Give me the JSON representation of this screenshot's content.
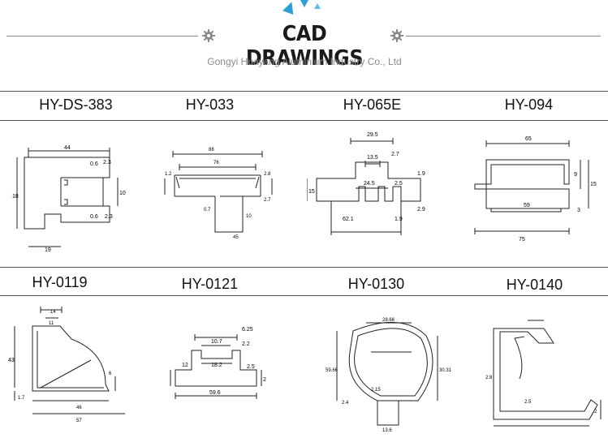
{
  "header": {
    "title": "CAD DRAWINGS",
    "subtitle": "Gongyi Huayang Aluminium Industry Co., Ltd",
    "icons": [
      "gear-icon",
      "gear-icon"
    ],
    "accent_color": "#2a9fd8"
  },
  "profiles": [
    {
      "label": "HY-DS-383",
      "dims": [
        "44",
        "0.6",
        "2.3",
        "10",
        "18",
        "2.3",
        "0.6",
        "19"
      ]
    },
    {
      "label": "HY-033",
      "dims": [
        "88",
        "76",
        "1.2",
        "2.8",
        "0.7",
        "10",
        "2.7",
        "45"
      ]
    },
    {
      "label": "HY-065E",
      "dims": [
        "29.5",
        "13.5",
        "2.7",
        "24.5",
        "2.5",
        "1.9",
        "15",
        "2.9",
        "1.9",
        "62.1"
      ]
    },
    {
      "label": "HY-094",
      "dims": [
        "65",
        "9",
        "15",
        "59",
        "3",
        "75"
      ]
    },
    {
      "label": "HY-0119",
      "dims": [
        "14",
        "11",
        "43",
        "6",
        "46",
        "57",
        "1.7"
      ]
    },
    {
      "label": "HY-0121",
      "dims": [
        "6.25",
        "10.7",
        "2.2",
        "18.2",
        "2.5",
        "12",
        "2",
        "59.6"
      ]
    },
    {
      "label": "HY-0130",
      "dims": [
        "28.66",
        "30.31",
        "59.66",
        "2.4",
        "2.15",
        "13.6"
      ]
    },
    {
      "label": "HY-0140",
      "dims": [
        "2.8",
        "2.5",
        "2"
      ]
    }
  ]
}
